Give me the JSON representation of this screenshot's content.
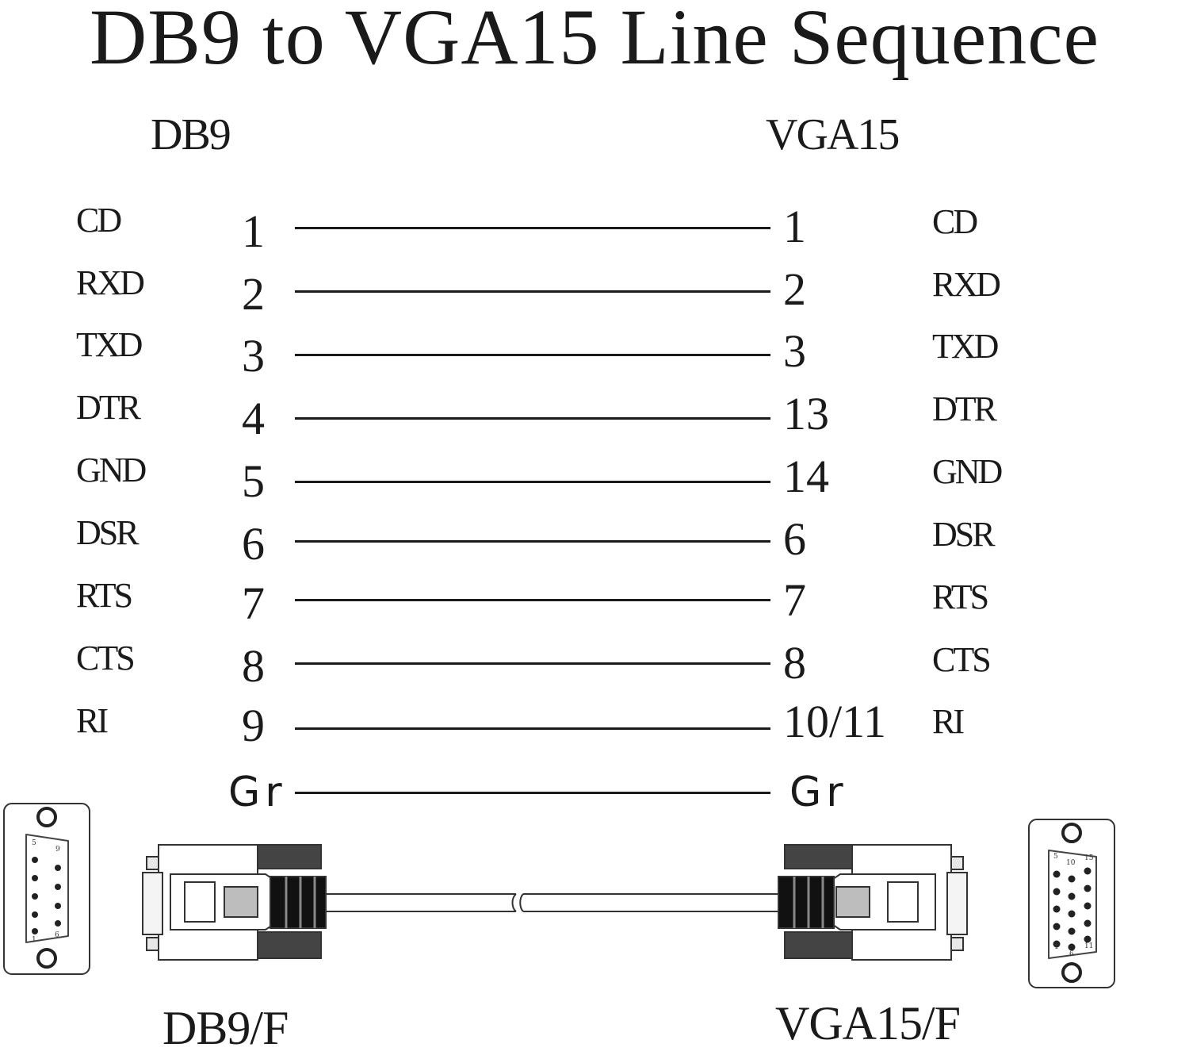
{
  "title": "DB9 to VGA15 Line Sequence",
  "left_header": "DB9",
  "right_header": "VGA15",
  "rows": [
    {
      "left_signal": "CD",
      "left_pin": "1",
      "right_pin": "1",
      "right_signal": "CD"
    },
    {
      "left_signal": "RXD",
      "left_pin": "2",
      "right_pin": "2",
      "right_signal": "RXD"
    },
    {
      "left_signal": "TXD",
      "left_pin": "3",
      "right_pin": "3",
      "right_signal": "TXD"
    },
    {
      "left_signal": "DTR",
      "left_pin": "4",
      "right_pin": "13",
      "right_signal": "DTR"
    },
    {
      "left_signal": "GND",
      "left_pin": "5",
      "right_pin": "14",
      "right_signal": "GND"
    },
    {
      "left_signal": "DSR",
      "left_pin": "6",
      "right_pin": "6",
      "right_signal": "DSR"
    },
    {
      "left_signal": "RTS",
      "left_pin": "7",
      "right_pin": "7",
      "right_signal": "RTS"
    },
    {
      "left_signal": "CTS",
      "left_pin": "8",
      "right_pin": "8",
      "right_signal": "CTS"
    },
    {
      "left_signal": "RI",
      "left_pin": "9",
      "right_pin": "10/11",
      "right_signal": "RI"
    }
  ],
  "ground_row": {
    "left_label": "Gr",
    "right_label": "Gr"
  },
  "db9_face_numbers": [
    "5",
    "9",
    "1",
    "6"
  ],
  "vga_face_numbers": [
    "5",
    "10",
    "15",
    "1",
    "6",
    "11"
  ],
  "left_caption": "DB9/F",
  "right_caption": "VGA15/F"
}
